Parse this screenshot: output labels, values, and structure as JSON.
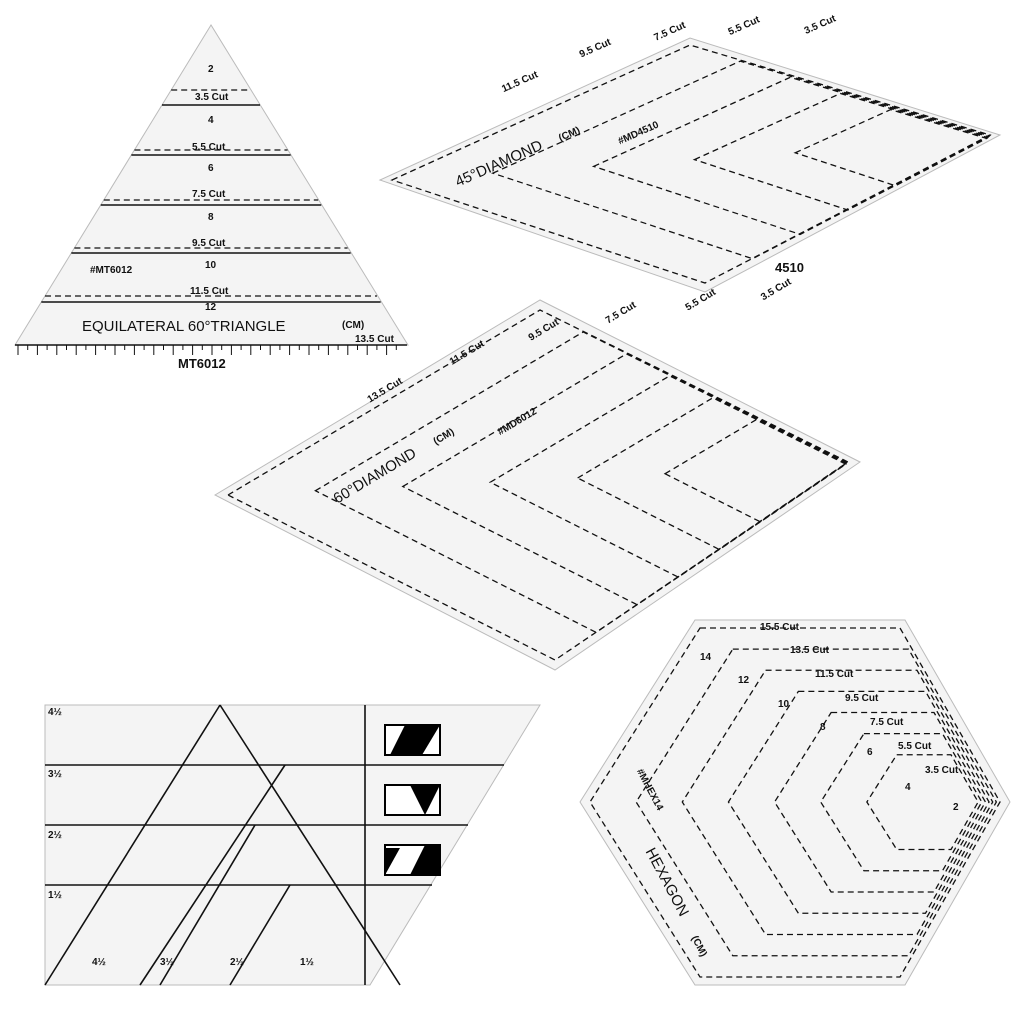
{
  "triangle": {
    "cuts": [
      "3.5 Cut",
      "5.5 Cut",
      "7.5 Cut",
      "9.5 Cut",
      "11.5 Cut",
      "13.5 Cut"
    ],
    "sizes": [
      "2",
      "4",
      "6",
      "8",
      "10",
      "12"
    ],
    "code": "#MT6012",
    "name": "EQUILATERAL  60°TRIANGLE",
    "unit": "(CM)",
    "model": "MT6012"
  },
  "diamond45": {
    "cuts": [
      "11.5 Cut",
      "9.5 Cut",
      "7.5 Cut",
      "5.5 Cut",
      "3.5 Cut"
    ],
    "name": "45°DIAMOND",
    "unit": "(CM)",
    "code": "#MD4510",
    "model": "4510"
  },
  "diamond60": {
    "cuts": [
      "13.5 Cut",
      "11.5 Cut",
      "9.5 Cut",
      "7.5 Cut",
      "5.5 Cut",
      "3.5 Cut"
    ],
    "name": "60°DIAMOND",
    "unit": "(CM)",
    "code": "#MD6012"
  },
  "hexagon": {
    "cuts": [
      "15.5 Cut",
      "13.5 Cut",
      "11.5 Cut",
      "9.5 Cut",
      "7.5 Cut",
      "5.5 Cut",
      "3.5 Cut"
    ],
    "sizes": [
      "14",
      "12",
      "10",
      "8",
      "6",
      "4",
      "2"
    ],
    "code": "#MHEX14",
    "name": "HEXAGON",
    "unit": "(CM)"
  },
  "strip_ruler": {
    "row_labels": [
      "4½",
      "3½",
      "2½",
      "1½"
    ],
    "bottom_labels": [
      "4½",
      "3½",
      "2½",
      "1½"
    ]
  }
}
